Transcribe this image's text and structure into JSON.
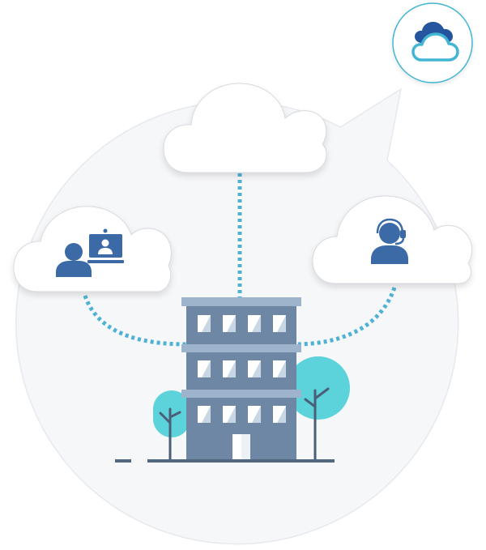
{
  "colors": {
    "background": "#ffffff",
    "bubble_fill": "#f6f7f9",
    "bubble_stroke": "#e6e9ee",
    "cloud_fill": "#ffffff",
    "cloud_stroke": "#d6d9de",
    "connector": "#4fb2d4",
    "building_body": "#6e87a4",
    "building_ledge": "#9eb4cc",
    "building_ledge_dark": "#5d7592",
    "window": "#ffffff",
    "window_shade": "#c9d6e4",
    "tree_canopy": "#5cd3da",
    "tree_trunk": "#4a5f77",
    "ground": "#52687f",
    "person": "#3b6aa6",
    "badge_ring": "#43b5d2",
    "badge_cloud_dark": "#25559e",
    "badge_cloud_light": "#42b6d3"
  },
  "diagram": {
    "type": "cloud-connectivity-illustration",
    "nodes": [
      {
        "id": "cloud-top",
        "icon": "cloud-icon"
      },
      {
        "id": "cloud-left",
        "icon": "video-conference-icon"
      },
      {
        "id": "cloud-right",
        "icon": "support-agent-headset-icon"
      },
      {
        "id": "building",
        "icon": "office-building-icon"
      },
      {
        "id": "badge",
        "icon": "cloud-logo-icon"
      }
    ],
    "edges": [
      {
        "from": "cloud-top",
        "to": "building",
        "style": "dotted"
      },
      {
        "from": "cloud-left",
        "to": "building",
        "style": "dotted"
      },
      {
        "from": "cloud-right",
        "to": "building",
        "style": "dotted"
      }
    ],
    "building_window_grid": {
      "floors": 3,
      "windows_per_floor": 4
    }
  }
}
